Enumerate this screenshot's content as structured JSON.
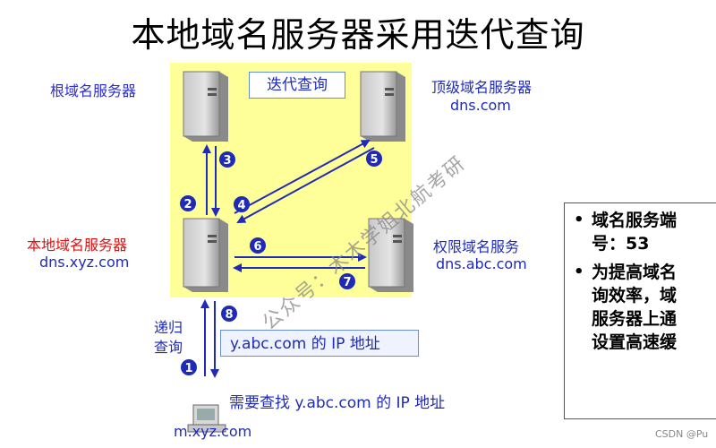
{
  "title": "本地域名服务器采用迭代查询",
  "labels": {
    "root_server": "根域名服务器",
    "iterative_query": "迭代查询",
    "tld_server_name": "顶级域名服务器",
    "tld_server_domain": "dns.com",
    "local_server_name": "本地域名服务器",
    "local_server_domain": "dns.xyz.com",
    "auth_server_name": "权限域名服务",
    "auth_server_domain": "dns.abc.com",
    "recursive_query_line1": "递归",
    "recursive_query_line2": "查询",
    "ip_result": "y.abc.com 的 IP 地址",
    "host_query": "需要查找 y.abc.com 的 IP 地址",
    "host_domain": "m.xyz.com"
  },
  "steps": [
    "1",
    "2",
    "3",
    "4",
    "5",
    "6",
    "7",
    "8"
  ],
  "notes": [
    {
      "line1": "域名服务端",
      "line2": "号：53"
    },
    {
      "line1": "为提高域名",
      "line2": "询效率，域",
      "line3": "服务器上通",
      "line4": "设置高速缓"
    }
  ],
  "watermark": "公众号：木木学姐北航考研",
  "footer": "CSDN @Pu",
  "colors": {
    "highlight": "#ffff99",
    "arrow": "#1f2bb8",
    "badge": "#1f2bb8",
    "local_label": "#e01010"
  }
}
